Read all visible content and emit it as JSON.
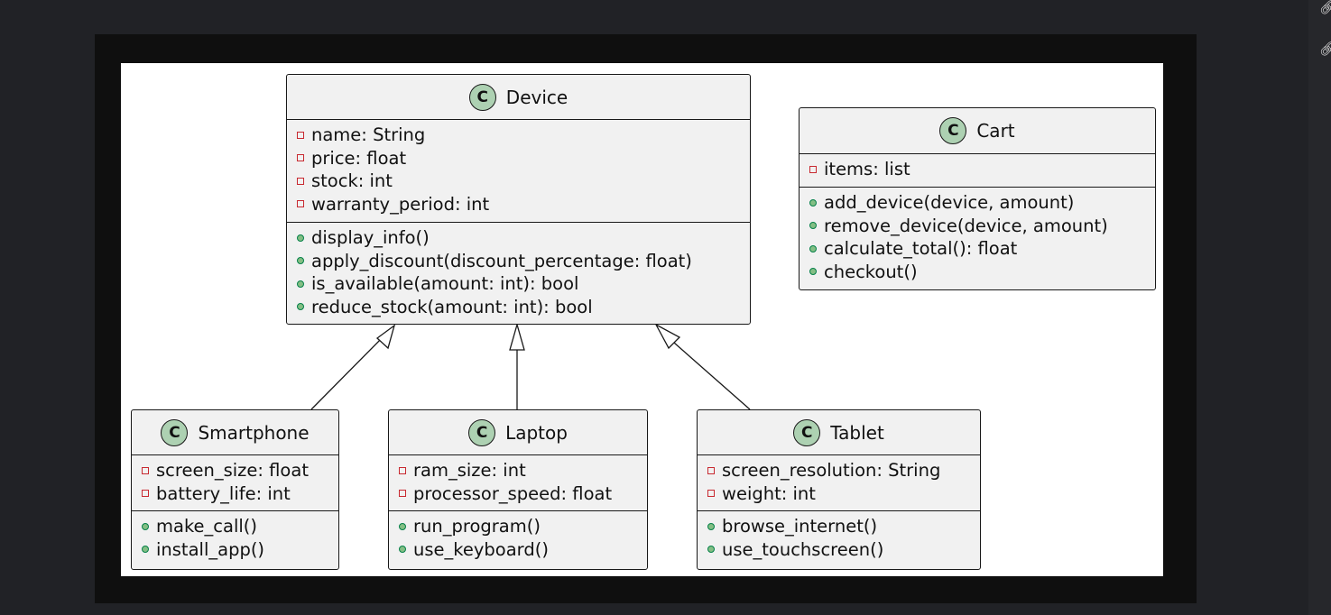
{
  "classes": {
    "device": {
      "name": "Device",
      "attributes": [
        "name: String",
        "price: float",
        "stock: int",
        "warranty_period: int"
      ],
      "methods": [
        "display_info()",
        "apply_discount(discount_percentage: float)",
        "is_available(amount: int): bool",
        "reduce_stock(amount: int): bool"
      ]
    },
    "cart": {
      "name": "Cart",
      "attributes": [
        "items: list"
      ],
      "methods": [
        "add_device(device, amount)",
        "remove_device(device, amount)",
        "calculate_total(): float",
        "checkout()"
      ]
    },
    "smartphone": {
      "name": "Smartphone",
      "attributes": [
        "screen_size: float",
        "battery_life: int"
      ],
      "methods": [
        "make_call()",
        "install_app()"
      ]
    },
    "laptop": {
      "name": "Laptop",
      "attributes": [
        "ram_size: int",
        "processor_speed: float"
      ],
      "methods": [
        "run_program()",
        "use_keyboard()"
      ]
    },
    "tablet": {
      "name": "Tablet",
      "attributes": [
        "screen_resolution: String",
        "weight: int"
      ],
      "methods": [
        "browse_internet()",
        "use_touchscreen()"
      ]
    }
  },
  "badge_letter": "C",
  "relations": [
    {
      "from": "Smartphone",
      "to": "Device",
      "type": "inheritance"
    },
    {
      "from": "Laptop",
      "to": "Device",
      "type": "inheritance"
    },
    {
      "from": "Tablet",
      "to": "Device",
      "type": "inheritance"
    }
  ],
  "colors": {
    "class_fill": "#f1f1f1",
    "badge_fill": "#add1b2",
    "private_marker": "#c82930",
    "public_marker": "#84be84",
    "frame": "#0f0f0f",
    "background": "#212226"
  },
  "side_icons": [
    "link-icon",
    "link-icon"
  ]
}
